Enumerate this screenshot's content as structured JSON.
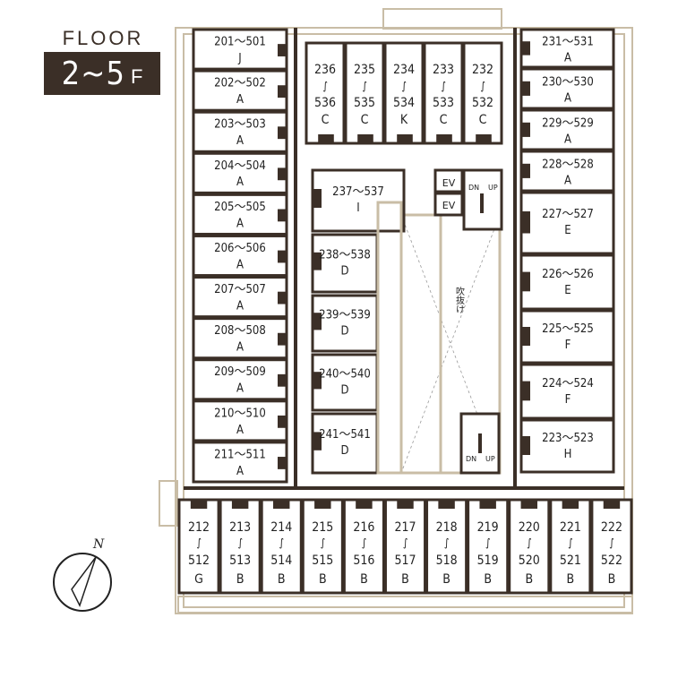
{
  "floor": {
    "label": "FLOOR",
    "number": "2~5",
    "suffix": "F"
  },
  "compass": {
    "north": "N"
  },
  "atrium": {
    "label": "吹抜け"
  },
  "elevators": [
    "EV",
    "EV"
  ],
  "stairs": [
    {
      "dn": "DN",
      "up": "UP"
    },
    {
      "dn": "DN",
      "up": "UP"
    }
  ],
  "rooms_left": [
    {
      "no": "201～501",
      "type": "J"
    },
    {
      "no": "202～502",
      "type": "A"
    },
    {
      "no": "203～503",
      "type": "A"
    },
    {
      "no": "204～504",
      "type": "A"
    },
    {
      "no": "205～505",
      "type": "A"
    },
    {
      "no": "206～506",
      "type": "A"
    },
    {
      "no": "207～507",
      "type": "A"
    },
    {
      "no": "208～508",
      "type": "A"
    },
    {
      "no": "209～509",
      "type": "A"
    },
    {
      "no": "210～510",
      "type": "A"
    },
    {
      "no": "211～511",
      "type": "A"
    }
  ],
  "rooms_top": [
    {
      "a": "236",
      "b": "536",
      "type": "C"
    },
    {
      "a": "235",
      "b": "535",
      "type": "C"
    },
    {
      "a": "234",
      "b": "534",
      "type": "K"
    },
    {
      "a": "233",
      "b": "533",
      "type": "C"
    },
    {
      "a": "232",
      "b": "532",
      "type": "C"
    }
  ],
  "rooms_middle": [
    {
      "no": "237～537",
      "type": "I"
    },
    {
      "no": "238～538",
      "type": "D"
    },
    {
      "no": "239～539",
      "type": "D"
    },
    {
      "no": "240～540",
      "type": "D"
    },
    {
      "no": "241～541",
      "type": "D"
    }
  ],
  "rooms_right": [
    {
      "no": "231～531",
      "type": "A"
    },
    {
      "no": "230～530",
      "type": "A"
    },
    {
      "no": "229～529",
      "type": "A"
    },
    {
      "no": "228～528",
      "type": "A"
    },
    {
      "no": "227～527",
      "type": "E"
    },
    {
      "no": "226～526",
      "type": "E"
    },
    {
      "no": "225～525",
      "type": "F"
    },
    {
      "no": "224～524",
      "type": "F"
    },
    {
      "no": "223～523",
      "type": "H"
    }
  ],
  "rooms_bottom": [
    {
      "a": "212",
      "b": "512",
      "type": "G"
    },
    {
      "a": "213",
      "b": "513",
      "type": "B"
    },
    {
      "a": "214",
      "b": "514",
      "type": "B"
    },
    {
      "a": "215",
      "b": "515",
      "type": "B"
    },
    {
      "a": "216",
      "b": "516",
      "type": "B"
    },
    {
      "a": "217",
      "b": "517",
      "type": "B"
    },
    {
      "a": "218",
      "b": "518",
      "type": "B"
    },
    {
      "a": "219",
      "b": "519",
      "type": "B"
    },
    {
      "a": "220",
      "b": "520",
      "type": "B"
    },
    {
      "a": "221",
      "b": "521",
      "type": "B"
    },
    {
      "a": "222",
      "b": "522",
      "type": "B"
    }
  ],
  "colors": {
    "wall": "#3b2f27",
    "balcony": "#c9bda6",
    "line": "#8f8f8f"
  }
}
